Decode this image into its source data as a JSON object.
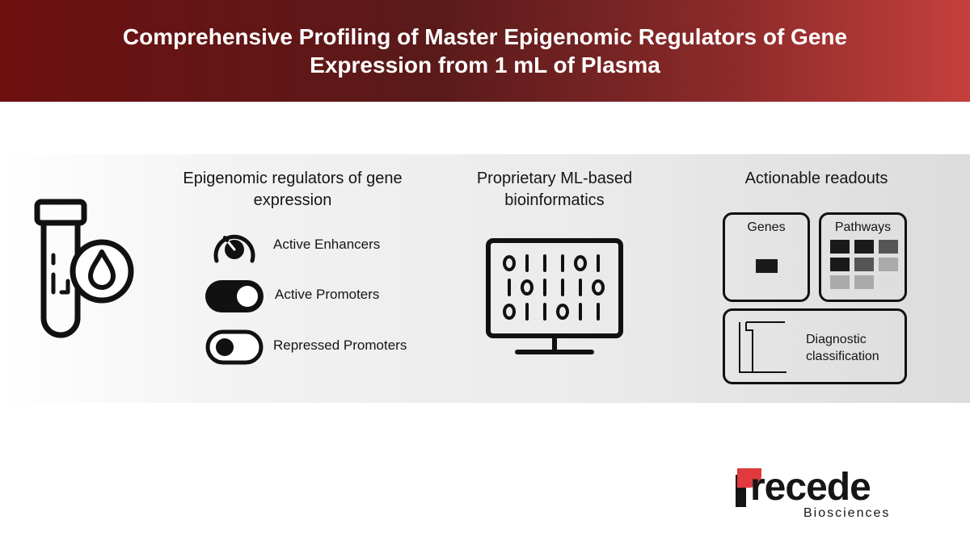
{
  "header": {
    "title": "Comprehensive Profiling of Master Epigenomic Regulators of Gene Expression from 1 mL of Plasma"
  },
  "columns": {
    "regulators_title": "Epigenomic regulators of gene expression",
    "bioinformatics_title": "Proprietary ML-based bioinformatics",
    "readouts_title": "Actionable readouts"
  },
  "regulators": [
    {
      "label": "Active Enhancers",
      "icon": "dial-icon"
    },
    {
      "label": "Active Promoters",
      "icon": "toggle-on-icon"
    },
    {
      "label": "Repressed Promoters",
      "icon": "toggle-off-icon"
    }
  ],
  "binary_rows": [
    "0 1 1 1 0 1",
    "1 0 1 1 1 0",
    "0 1 1 0 1 1"
  ],
  "readouts": {
    "genes_label": "Genes",
    "pathways_label": "Pathways",
    "diagnostic_label": "Diagnostic classification"
  },
  "pathway_heatmap_shades": [
    [
      "#1a1a1a",
      "#1a1a1a",
      "#555555"
    ],
    [
      "#1a1a1a",
      "#555555",
      "#aaaaaa"
    ],
    [
      "#aaaaaa",
      "#aaaaaa",
      "#dddddd"
    ]
  ],
  "brand": {
    "name": "Precede",
    "subtitle": "Biosciences",
    "accent_color": "#e03a3e"
  },
  "colors": {
    "header_dark": "#6e1010",
    "header_light": "#c4403c",
    "ink": "#151515"
  }
}
